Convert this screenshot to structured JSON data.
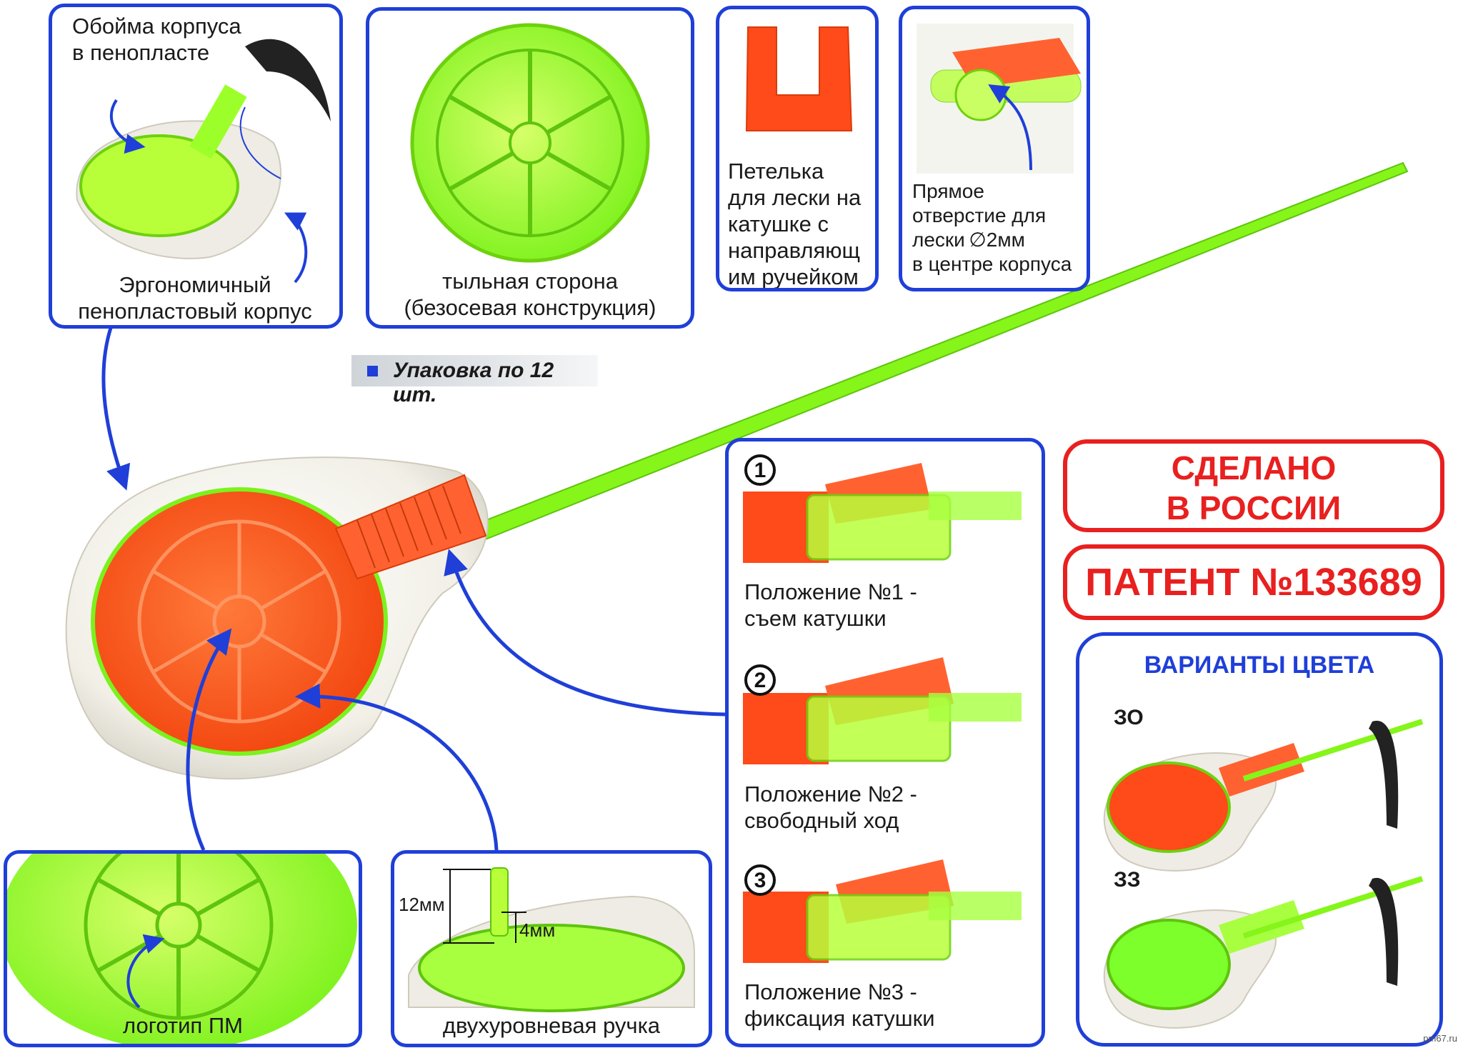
{
  "top_panels": {
    "foam_holder": {
      "label_top": "Обойма корпуса\nв пенопласте",
      "label_bottom": "Эргономичный\nпенопластовый корпус"
    },
    "back_side": {
      "label": "тыльная сторона\n(безосевая конструкция)"
    },
    "line_loop": {
      "label": "Петелька\nдля лески на\nкатушке с\nнаправляющ\nим ручейком"
    },
    "straight_hole": {
      "label": "Прямое\nотверстие для\nлески ∅2мм\nв центре корпуса"
    }
  },
  "packaging": {
    "label": "Упаковка по 12 шт."
  },
  "positions_panel": {
    "steps": [
      {
        "num": "1",
        "label": "Положение №1 -\nсъем катушки"
      },
      {
        "num": "2",
        "label": "Положение №2 -\nсвободный ход"
      },
      {
        "num": "3",
        "label": "Положение №3 -\nфиксация катушки"
      }
    ]
  },
  "made_in": {
    "text": "СДЕЛАНО\nВ РОССИИ"
  },
  "patent": {
    "text": "ПАТЕНТ №133689"
  },
  "color_variants": {
    "title": "ВАРИАНТЫ ЦВЕТА",
    "items": [
      {
        "code": "ЗО",
        "reel_color": "#ff4a1a"
      },
      {
        "code": "ЗЗ",
        "reel_color": "#7cff2a"
      }
    ]
  },
  "bottom_panels": {
    "logo": {
      "label": "логотип ПМ"
    },
    "handle": {
      "label": "двухуровневая ручка",
      "dim_12": "12мм",
      "dim_4": "4мм"
    }
  },
  "watermark": "pm67.ru",
  "colors": {
    "frame_blue": "#1f3fd8",
    "accent_red": "#e8201f",
    "neon_green": "#7cff2a",
    "reel_orange": "#ff4a1a"
  }
}
